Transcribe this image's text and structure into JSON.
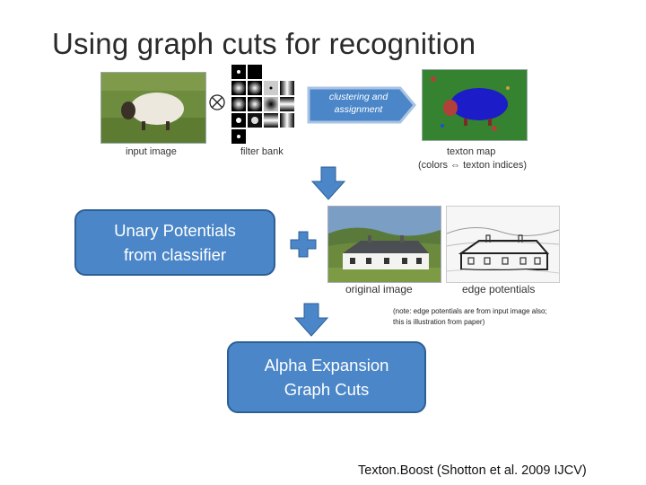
{
  "slide": {
    "title": "Using graph cuts for recognition"
  },
  "top_pipeline": {
    "input_caption": "input image",
    "filter_caption": "filter bank",
    "cluster_label_line1": "clustering and",
    "cluster_label_line2": "assignment",
    "texton_caption": "texton map",
    "texton_note": "(colors ⇔ texton indices)"
  },
  "boxes": {
    "unary_line1": "Unary Potentials",
    "unary_line2": "from classifier",
    "alpha_line1": "Alpha Expansion",
    "alpha_line2": "Graph Cuts"
  },
  "images": {
    "original_caption": "original image",
    "edge_caption": "edge potentials"
  },
  "note": {
    "line1": "(note: edge potentials are from input image also;",
    "line2": "this is illustration from paper)"
  },
  "citation": "Texton.Boost (Shotton et al. 2009 IJCV)",
  "colors": {
    "box_fill": "#4a86c8",
    "box_border": "#2e5f95",
    "arrow": "#4a86c8"
  }
}
